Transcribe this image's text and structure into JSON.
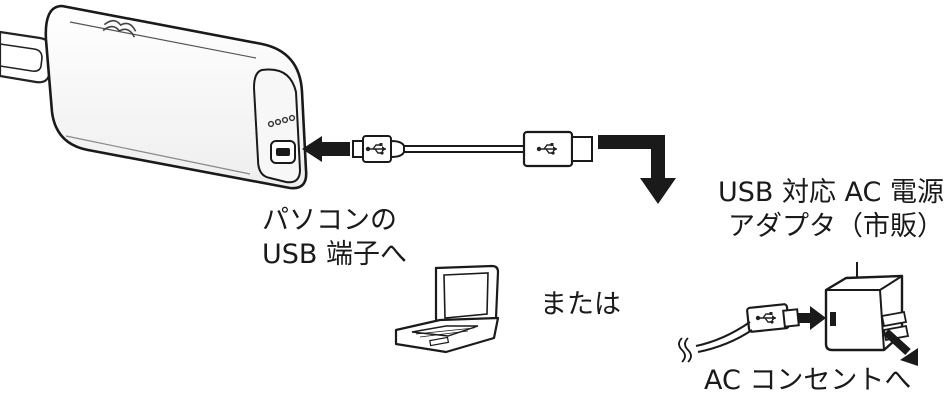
{
  "labels": {
    "pc_usb_line1": "パソコンの",
    "pc_usb_line2": "USB 端子へ",
    "or": "または",
    "adapter_line1": "USB 対応 AC 電源",
    "adapter_line2": "アダプタ（市販）",
    "outlet": "AC コンセントへ"
  },
  "icons": {
    "device": "portable-battery-device",
    "laptop": "laptop-icon",
    "adapter": "usb-ac-adapter-icon",
    "usb_symbol": "usb-symbol-icon"
  }
}
